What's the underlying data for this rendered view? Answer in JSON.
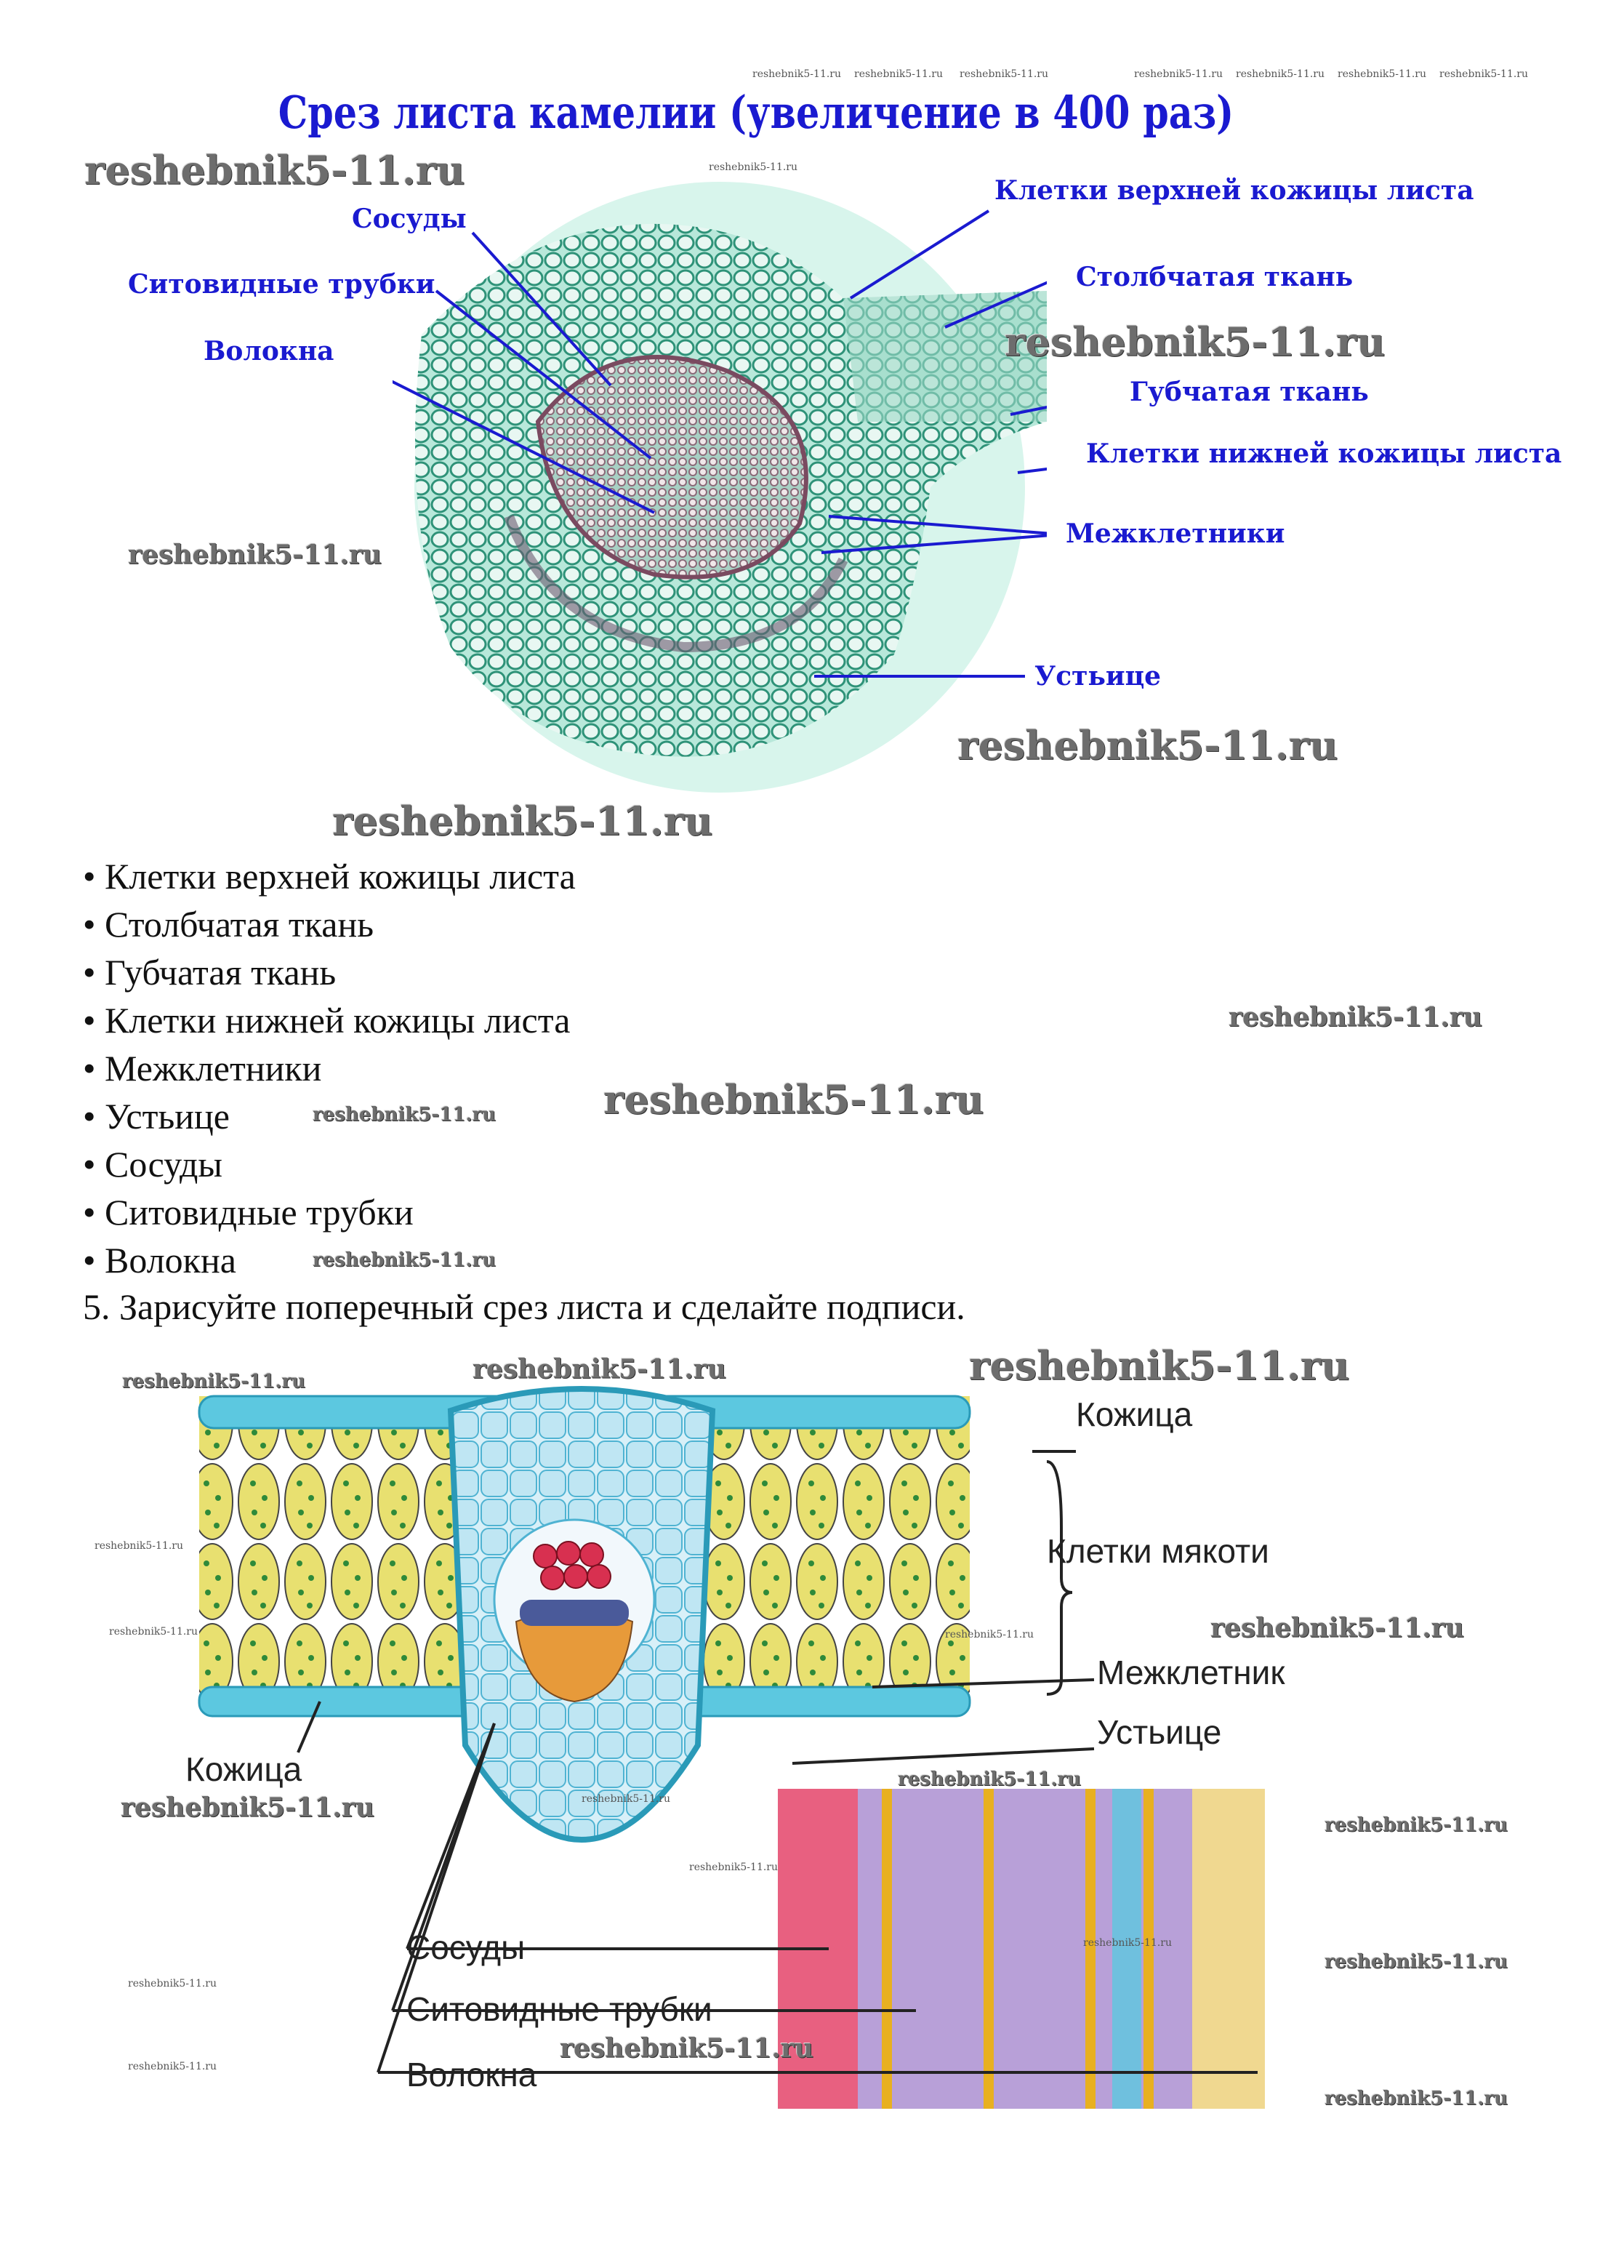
{
  "title": "Срез листа камелии (увеличение в 400 раз)",
  "watermark": "reshebnik5-11.ru",
  "top_diagram": {
    "labels": {
      "vessels": "Сосуды",
      "sieve_tubes": "Ситовидные трубки",
      "fibers": "Волокна",
      "upper_epidermis": "Клетки верхней кожицы листа",
      "palisade": "Столбчатая ткань",
      "spongy": "Губчатая ткань",
      "lower_epidermis": "Клетки нижней кожицы листа",
      "intercellular": "Межклетники",
      "stoma": "Устьице"
    }
  },
  "list": [
    "• Клетки верхней кожицы листа",
    "• Столбчатая ткань",
    "• Губчатая ткань",
    "• Клетки нижней кожицы листа",
    "• Межклетники",
    "• Устьице",
    "• Сосуды",
    "• Ситовидные трубки",
    "• Волокна"
  ],
  "task": "5. Зарисуйте поперечный срез листа и сделайте подписи.",
  "bottom_diagram": {
    "labels": {
      "skin_top": "Кожица",
      "pulp": "Клетки мякоти",
      "intercellular": "Межклетник",
      "stoma": "Устьице",
      "skin_bottom": "Кожица",
      "vessels": "Сосуды",
      "sieve_tubes": "Ситовидные трубки",
      "fibers": "Волокна"
    }
  },
  "colors": {
    "label_blue": "#1a1ad0",
    "tissue_green": "#3aa088",
    "epidermis_blue": "#5cc8e0",
    "pulp_yellow": "#e8e070"
  }
}
